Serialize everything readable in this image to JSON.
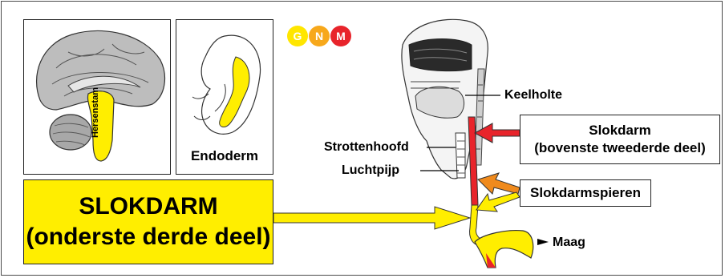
{
  "brain_panel": {
    "label": "Hersenstam"
  },
  "embryo_panel": {
    "label": "Endoderm"
  },
  "logo": {
    "letters": [
      "G",
      "N",
      "M"
    ],
    "colors": [
      "#ffe600",
      "#f7a81b",
      "#e8242b"
    ]
  },
  "main_box": {
    "line1": "SLOKDARM",
    "line2": "(onderste derde deel)"
  },
  "anatomy_labels": {
    "keelholte": "Keelholte",
    "strottenhoofd": "Strottenhoofd",
    "luchtpijp": "Luchtpijp",
    "maag": "Maag"
  },
  "slokdarm_box": {
    "line1": "Slokdarm",
    "line2": "(bovenste tweederde deel)"
  },
  "spieren_box": {
    "label": "Slokdarmspieren"
  },
  "colors": {
    "yellow": "#ffee00",
    "red": "#e8242b",
    "orange": "#f08a1c",
    "gray": "#9a9a9a"
  }
}
